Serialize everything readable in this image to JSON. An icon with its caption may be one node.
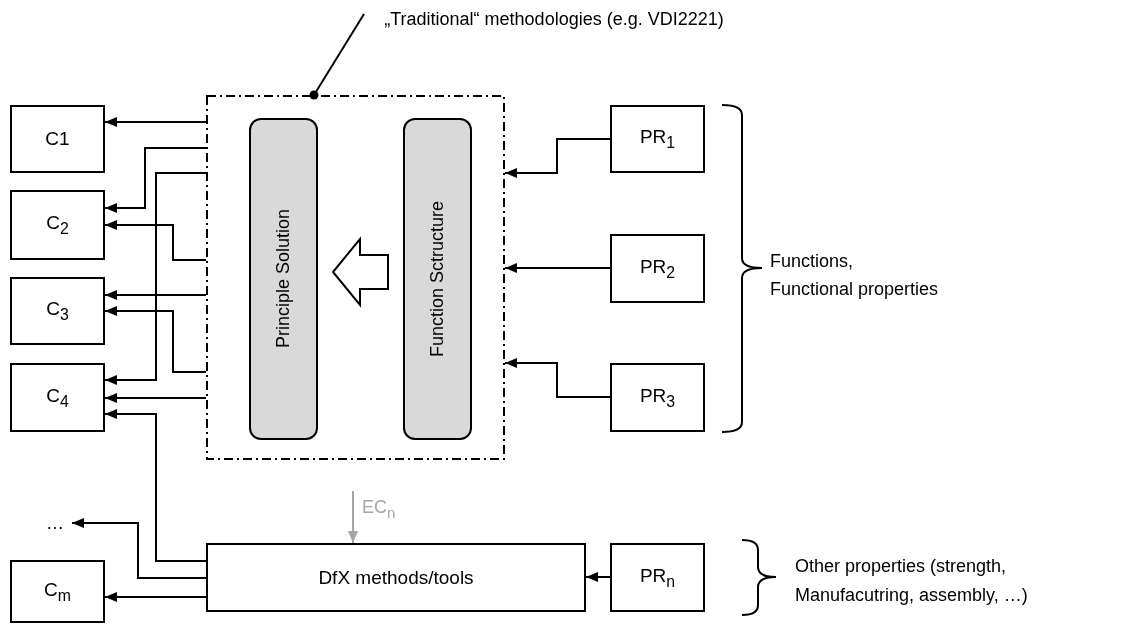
{
  "diagram": {
    "nodes": [
      {
        "text": [
          "„Traditional“ methodologies (e.g. VDI2221)"
        ]
      },
      {
        "text": [],
        "shape": "box"
      },
      {
        "text": [
          "Principle Solution"
        ],
        "in": 1
      },
      {
        "text": [
          "Function Sctructure"
        ],
        "in": 1
      },
      {
        "text": [
          "C1"
        ]
      },
      {
        "text": [
          "C$_{2}$"
        ]
      },
      {
        "text": [
          "C$_{3}$"
        ]
      },
      {
        "text": [
          "C$_{4}$"
        ]
      },
      {
        "text": [
          "…"
        ]
      },
      {
        "text": [
          "C$_{m}$"
        ]
      },
      {
        "text": [
          "PR$_{1}$"
        ]
      },
      {
        "text": [
          "PR$_{2}$"
        ]
      },
      {
        "text": [
          "PR$_{3}$"
        ]
      },
      {
        "text": [
          "DfX methods/tools"
        ]
      },
      {
        "text": [
          "PR$_{n}$"
        ]
      }
    ],
    "edges": [
      {
        "from": 0,
        "to": 1,
        "arrow": "other"
      },
      {
        "from": 3,
        "to": 2,
        "arrow": "to",
        "style": "thick"
      },
      {
        "from": 1,
        "to": 4,
        "arrow": "to"
      },
      {
        "from": 1,
        "to": 5,
        "arrow": "to"
      },
      {
        "from": 1,
        "to": 7,
        "arrow": "to"
      },
      {
        "from": 1,
        "to": 5,
        "arrow": "to"
      },
      {
        "from": 1,
        "to": 6,
        "arrow": "to"
      },
      {
        "from": 1,
        "to": 6,
        "arrow": "to"
      },
      {
        "from": 1,
        "to": 7,
        "arrow": "to"
      },
      {
        "from": 13,
        "to": 7,
        "arrow": "to"
      },
      {
        "from": 13,
        "to": 8,
        "arrow": "to"
      },
      {
        "from": 13,
        "to": 9,
        "arrow": "to"
      },
      {
        "from": 10,
        "to": 1,
        "arrow": "to"
      },
      {
        "from": 11,
        "to": 1,
        "arrow": "to"
      },
      {
        "from": 12,
        "to": 1,
        "arrow": "to"
      },
      {
        "from": 14,
        "to": 13,
        "arrow": "to"
      },
      {
        "from": null,
        "to": 13,
        "arrow": "to",
        "label": "EC$_{n}$",
        "color": "#a6a6a6"
      }
    ],
    "labels": [
      "Functions,",
      "Functional properties",
      "Other properties (strength,",
      "Manufacutring, assembly, …)"
    ]
  }
}
